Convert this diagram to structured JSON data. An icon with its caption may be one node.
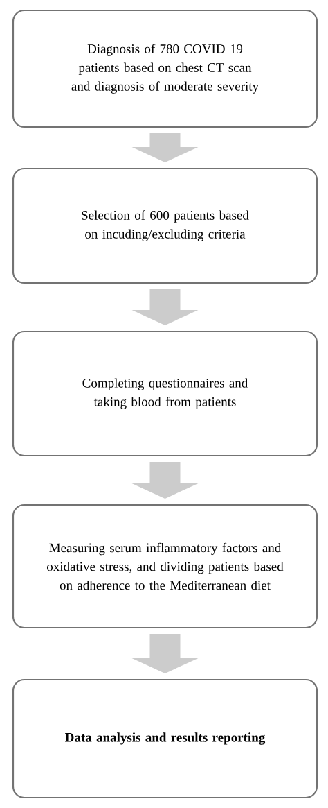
{
  "diagram": {
    "nodes": [
      {
        "text": [
          "Diagnosis of 780 COVID 19 patients based on chest CT scan and diagnosis of moderate severity"
        ]
      },
      {
        "text": [
          "Selection of 600 patients based on incuding/excluding criteria"
        ]
      },
      {
        "text": [
          "Completing questionnaires and taking blood from patients"
        ]
      },
      {
        "text": [
          "Measuring serum inflammatory factors and oxidative stress, and dividing patients based on adherence to the Mediterranean diet"
        ]
      },
      {
        "text": [
          "Data analysis and results reporting"
        ]
      }
    ],
    "edges": [
      {
        "from": 0,
        "to": 1,
        "arrow": "to"
      },
      {
        "from": 1,
        "to": 2,
        "arrow": "to"
      },
      {
        "from": 2,
        "to": 3,
        "arrow": "to"
      },
      {
        "from": 3,
        "to": 4,
        "arrow": "to"
      }
    ]
  }
}
